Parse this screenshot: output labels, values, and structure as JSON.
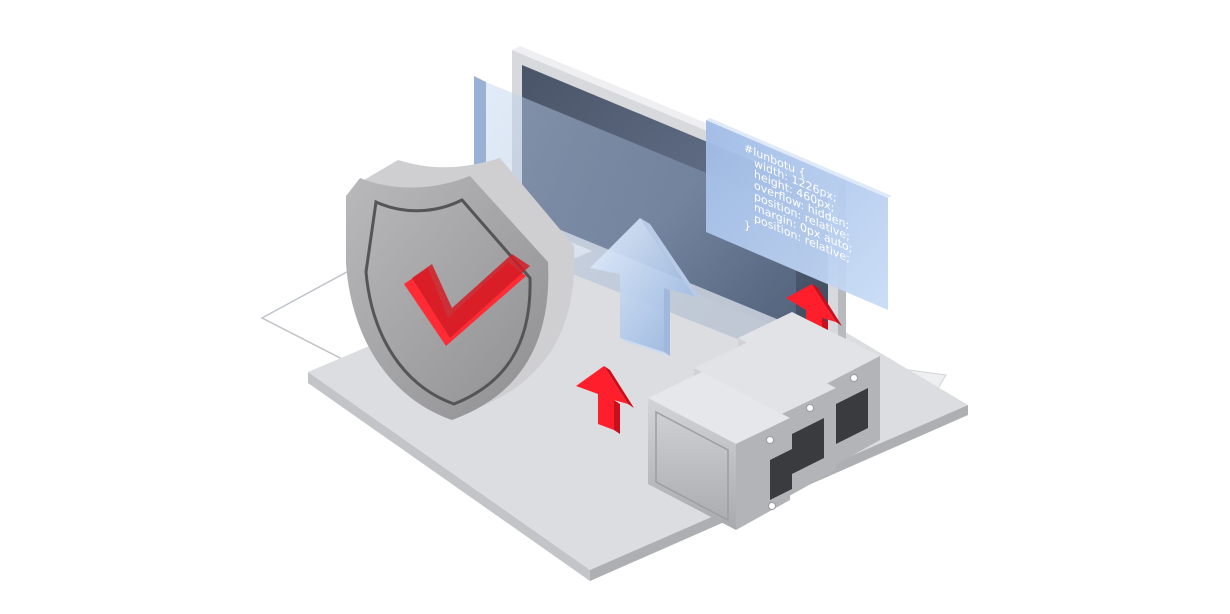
{
  "code_panel": {
    "lines": [
      "#lunbotu {",
      "width: 1226px;",
      "height: 460px;",
      "overflow: hidden;",
      "position: relative;",
      "margin: 0px auto;",
      "position: relative;",
      "}"
    ]
  },
  "icons": {
    "shield": "shield-check-icon",
    "big_arrow": "glass-arrow-up-icon",
    "small_arrows": "red-arrow-up-icon",
    "servers": "server-block-icon"
  },
  "colors": {
    "platform_top": "#dcdde0",
    "platform_side": "#b8b9bd",
    "monitor_screen": "#56637a",
    "glass_panel": "#a9c3e6",
    "code_panel": "#b6cdef",
    "shield": "#a9a9ab",
    "check": "#e8202a",
    "red_arrow": "#ff1f2c",
    "server": "#c8c9cc"
  }
}
